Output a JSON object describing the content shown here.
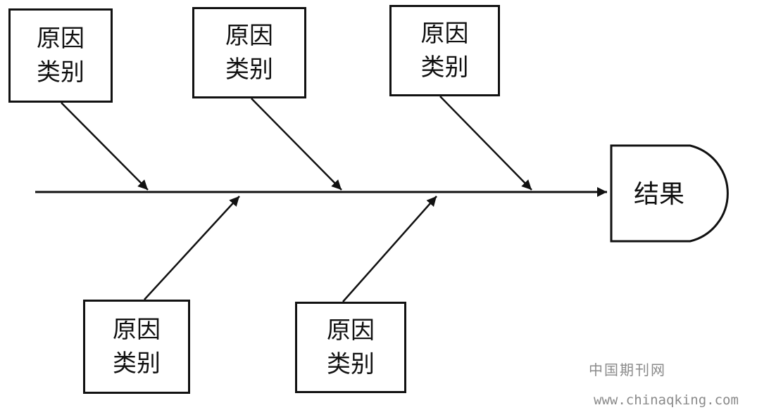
{
  "diagram": {
    "causes": [
      {
        "line1": "原因",
        "line2": "类别"
      },
      {
        "line1": "原因",
        "line2": "类别"
      },
      {
        "line1": "原因",
        "line2": "类别"
      },
      {
        "line1": "原因",
        "line2": "类别"
      },
      {
        "line1": "原因",
        "line2": "类别"
      }
    ],
    "effect": "结果"
  },
  "watermark": {
    "site_name": "中国期刊网",
    "url": "www.chinaqking.com"
  },
  "colors": {
    "line": "#111111",
    "watermark": "#8a8a8a"
  }
}
